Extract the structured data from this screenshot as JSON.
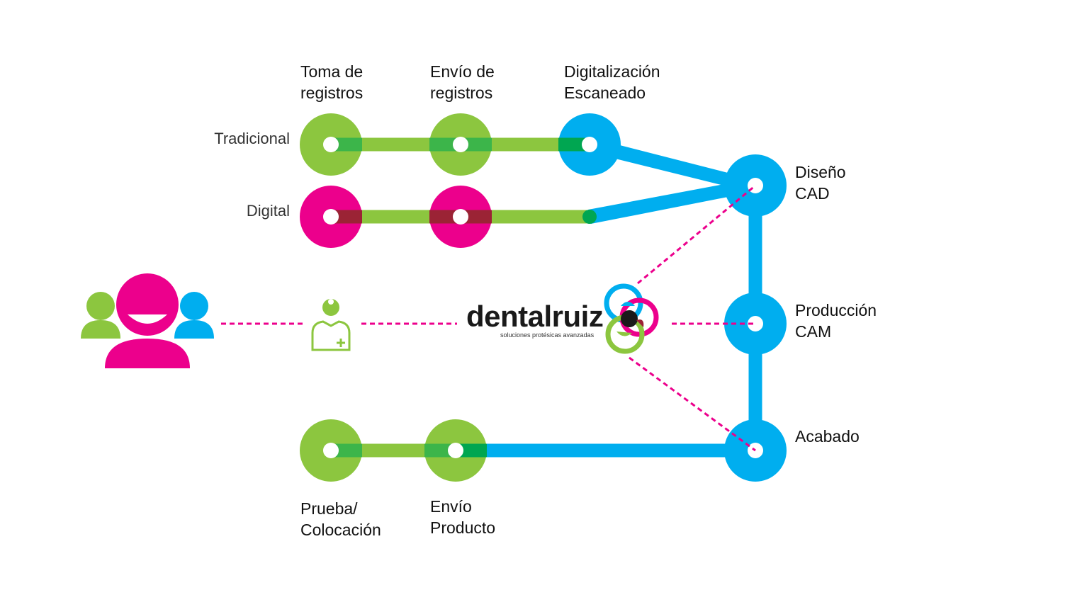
{
  "colors": {
    "green": "#8cc63f",
    "magenta": "#ec008c",
    "blue": "#00aeef",
    "dark_green": "#3cb54a",
    "dark_red": "#9b2335",
    "dashed": "#ec008c"
  },
  "row_labels": {
    "traditional": "Tradicional",
    "digital": "Digital"
  },
  "steps": {
    "toma": [
      "Toma de",
      "registros"
    ],
    "envio_registros": [
      "Envío de",
      "registros"
    ],
    "digitalizacion": [
      "Digitalización",
      "Escaneado"
    ],
    "diseno": [
      "Diseño",
      "CAD"
    ],
    "produccion": [
      "Producción",
      "CAM"
    ],
    "acabado": [
      "Acabado"
    ],
    "prueba": [
      "Prueba/",
      "Colocación"
    ],
    "envio_producto": [
      "Envío",
      "Producto"
    ]
  },
  "brand": {
    "name": "dentalruiz",
    "tagline": "soluciones protésicas avanzadas"
  },
  "icons": {
    "patients": "patients-group-icon",
    "doctor": "dentist-icon",
    "logo": "dentalruiz-logo-icon"
  }
}
